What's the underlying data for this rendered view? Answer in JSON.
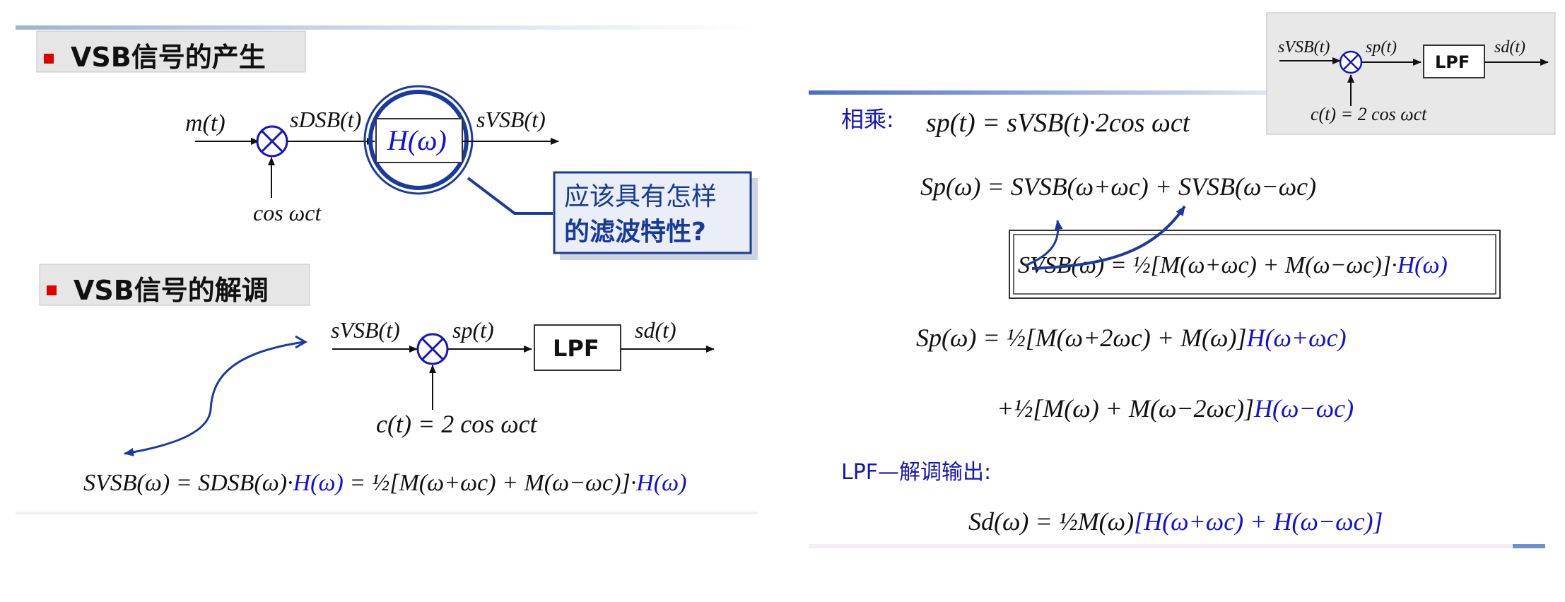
{
  "left_slide": {
    "sec1_title": "VSB信号的产生",
    "sec2_title": "VSB信号的解调",
    "gen": {
      "m_label": "m(t)",
      "sdsb_label": "sDSB(t)",
      "h_label": "H(ω)",
      "svsb_label": "sVSB(t)",
      "carrier_label": "cos ωct"
    },
    "callout": {
      "line1": "应该具有怎样",
      "line2": "的滤波特性?"
    },
    "demod": {
      "in_label": "sVSB(t)",
      "sp_label": "sp(t)",
      "lpf_label": "LPF",
      "sd_label": "sd(t)",
      "carrier_label": "c(t) = 2 cos ωct"
    },
    "equation": {
      "lhs": "SVSB(ω) = SDSB(ω)·",
      "h1": "H(ω)",
      "mid": " = ½[M(ω+ωc) + M(ω−ωc)]·",
      "h2": "H(ω)"
    }
  },
  "right_slide": {
    "mini": {
      "in_label": "sVSB(t)",
      "sp_label": "sp(t)",
      "lpf_label": "LPF",
      "sd_label": "sd(t)",
      "carrier_label": "c(t) = 2 cos ωct"
    },
    "multiply_label": "相乘:",
    "eq1": "sp(t) = sVSB(t)·2cos ωct",
    "eq2": "Sp(ω) = SVSB(ω+ωc) + SVSB(ω−ωc)",
    "boxed": {
      "text": "SVSB(ω) = ½[M(ω+ωc) + M(ω−ωc)]·",
      "h": "H(ω)"
    },
    "eq3": {
      "text": "Sp(ω) = ½[M(ω+2ωc) + M(ω)]",
      "h": "H(ω+ωc)"
    },
    "eq4": {
      "text": "+½[M(ω) + M(ω−2ωc)]",
      "h": "H(ω−ωc)"
    },
    "lpf_output_label": "LPF—解调输出:",
    "eq5": {
      "text": "Sd(ω) = ½M(ω)",
      "h": "[H(ω+ωc) + H(ω−ωc)]"
    }
  },
  "colors": {
    "accent_blue": "#1515b8",
    "bullet_red": "#e00000",
    "callout_bg": "#e9eef7",
    "callout_border": "#1a3a9a",
    "mini_bg": "#e8e8e8"
  }
}
